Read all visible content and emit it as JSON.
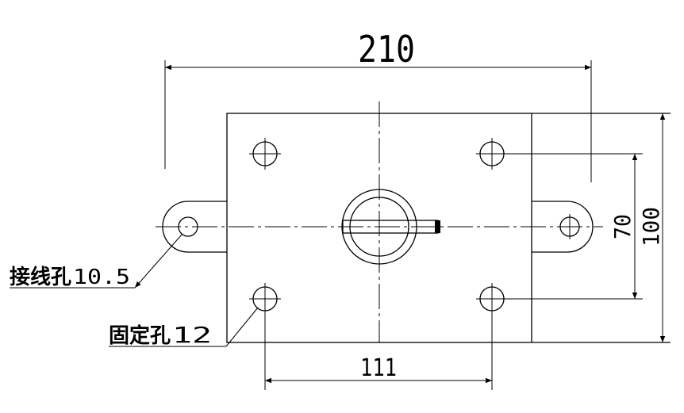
{
  "dimensions": {
    "overall_width": "210",
    "hole_spacing": "111",
    "hole_height": "70",
    "overall_height": "100"
  },
  "labels": {
    "wiring_hole_text": "接线孔",
    "wiring_hole_value": "10.5",
    "fixing_hole_text": "固定孔",
    "fixing_hole_value": "12"
  }
}
